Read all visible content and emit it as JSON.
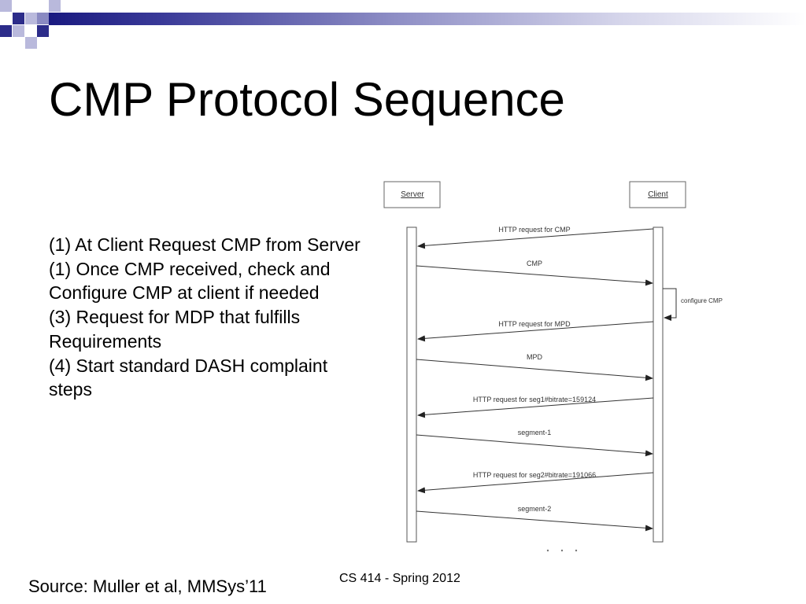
{
  "slide": {
    "title": "CMP Protocol Sequence",
    "steps": [
      "(1) At Client Request CMP from Server",
      "(1) Once CMP received, check and Configure CMP at client if needed",
      "(3) Request for MDP that fulfills Requirements",
      "(4) Start standard DASH complaint steps"
    ],
    "source": "Source: Muller et al, MMSys’11",
    "footer": "CS 414 - Spring 2012"
  },
  "diagram": {
    "participants": {
      "server": "Server",
      "client": "Client"
    },
    "messages": [
      {
        "label": "HTTP request for CMP",
        "from": "client",
        "to": "server"
      },
      {
        "label": "CMP",
        "from": "server",
        "to": "client"
      },
      {
        "label": "HTTP request for MPD",
        "from": "client",
        "to": "server"
      },
      {
        "label": "MPD",
        "from": "server",
        "to": "client"
      },
      {
        "label": "HTTP request for seg1#bitrate=159124",
        "from": "client",
        "to": "server"
      },
      {
        "label": "segment-1",
        "from": "server",
        "to": "client"
      },
      {
        "label": "HTTP request for seg2#bitrate=191066",
        "from": "client",
        "to": "server"
      },
      {
        "label": "segment-2",
        "from": "server",
        "to": "client"
      }
    ],
    "self_note": "configure CMP"
  },
  "colors": {
    "deco_dark": "#2c2c8a",
    "deco_light": "#b9b9dc"
  }
}
